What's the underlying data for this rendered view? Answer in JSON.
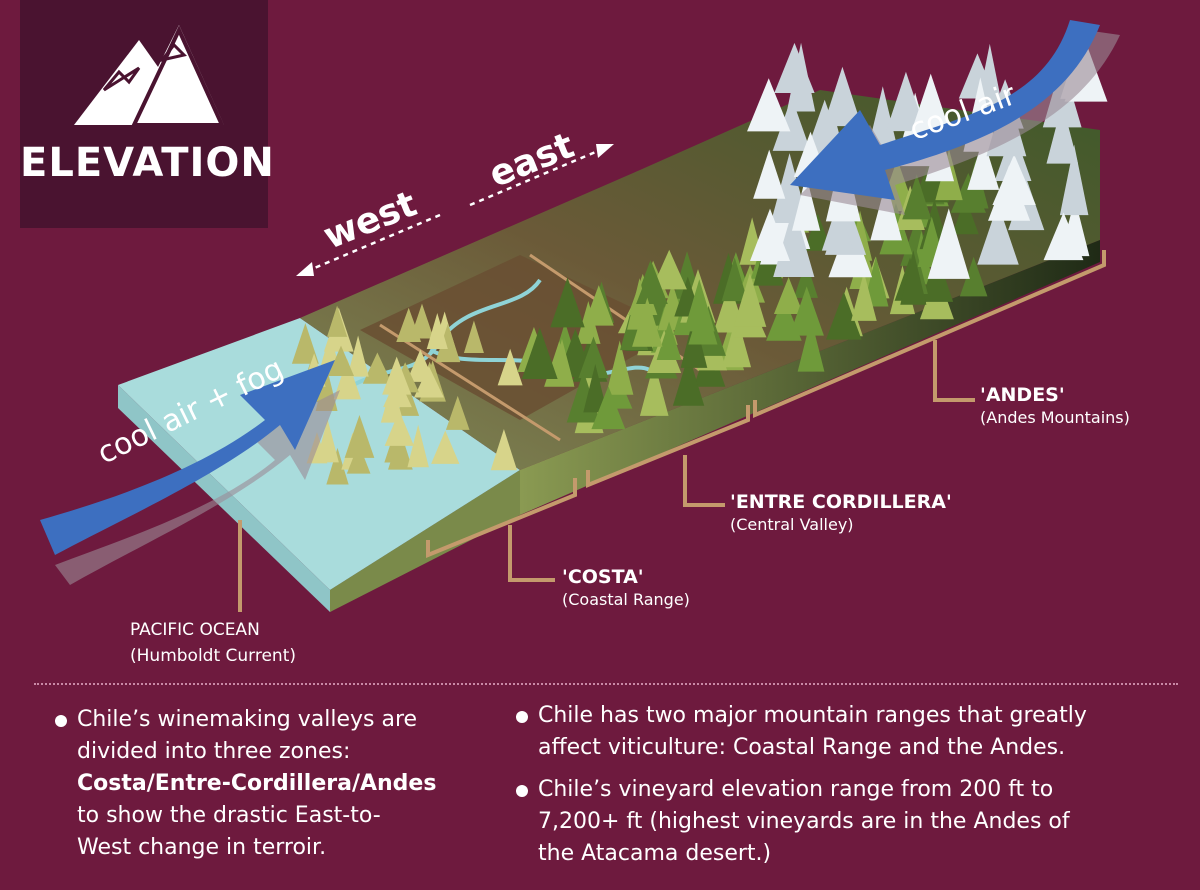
{
  "badge": {
    "title": "ELEVATION",
    "icon": "mountain-icon"
  },
  "directions": {
    "west": "west",
    "east": "east"
  },
  "flows": {
    "ocean": "cool air + fog",
    "andes": "cool air"
  },
  "zones": [
    {
      "name": "'COSTA'",
      "sub": "(Coastal Range)"
    },
    {
      "name": "'ENTRE CORDILLERA'",
      "sub": "(Central Valley)"
    },
    {
      "name": "'ANDES'",
      "sub": "(Andes Mountains)"
    }
  ],
  "ocean": {
    "name": "PACIFIC OCEAN",
    "sub": "(Humboldt Current)"
  },
  "notes": {
    "left": {
      "line1": "Chile’s winemaking valleys are",
      "line2": "divided into three zones:",
      "bold": "Costa/Entre-Cordillera/Andes",
      "line3": "to show the drastic East-to-",
      "line4": "West change in terroir."
    },
    "right1": {
      "line1": "Chile has two major mountain ranges that greatly",
      "line2": "affect viticulture: Coastal Range and the Andes."
    },
    "right2": {
      "line1": "Chile’s vineyard elevation range from 200 ft to",
      "line2": "7,200+ ft (highest vineyards are in the Andes of",
      "line3": "the Atacama desert.)"
    }
  },
  "colors": {
    "background": "#6e1a3e",
    "badge": "#4a1330",
    "ocean": "#9fd6d8",
    "arrow": "#3d6fc0",
    "bracket": "#c49a6c",
    "forest": "#6f8f3a",
    "snow": "#e6eef2"
  }
}
